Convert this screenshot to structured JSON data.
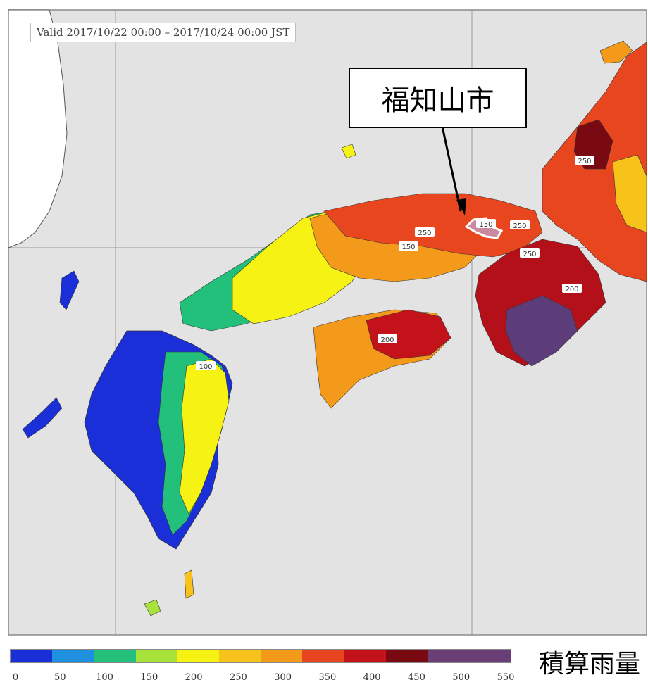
{
  "map": {
    "valid_period": "Valid 2017/10/22 00:00 – 2017/10/24 00:00 JST",
    "city_label": "福知山市",
    "contour_labels": [
      "250",
      "250",
      "250",
      "250",
      "200",
      "200",
      "150",
      "150",
      "100"
    ]
  },
  "legend": {
    "title": "積算雨量",
    "ticks": [
      "0",
      "50",
      "100",
      "150",
      "200",
      "250",
      "300",
      "350",
      "400",
      "450",
      "500",
      "550"
    ],
    "colors": [
      "#1a2fd8",
      "#1f8fe0",
      "#22c07a",
      "#a8e23a",
      "#f5f214",
      "#f7c21a",
      "#f39a1b",
      "#e8461f",
      "#c3121a",
      "#7a0a12",
      "#6a3f78",
      "#6a3f78"
    ]
  },
  "colors": {
    "sea": "#e3e3e3",
    "land_outside": "#ffffff",
    "land_low": "#1a2fd8",
    "land_green": "#22c07a",
    "land_yellow": "#f5f214",
    "land_orange": "#f39a1b",
    "land_red": "#e8461f",
    "land_darkred": "#b3101a",
    "land_purple": "#5d3c7a"
  }
}
